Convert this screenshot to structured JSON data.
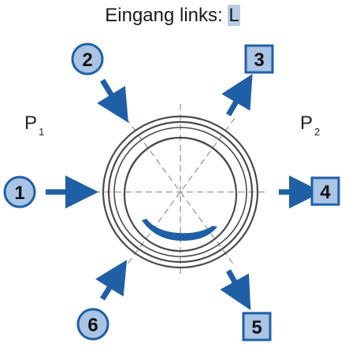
{
  "caption": {
    "prefix": "Eingang links: ",
    "highlight": "L"
  },
  "colors": {
    "arrow": "#1f5fa6",
    "port_fill": "#a9c4e4",
    "port_stroke": "#1f5fa6",
    "ring": "#4a4a4a",
    "dashed": "#9a9a9a",
    "liquid": "#1f5fa6",
    "highlight": "#b8cce4"
  },
  "pressures": {
    "left": {
      "base": "P",
      "sub": "1"
    },
    "right": {
      "base": "P",
      "sub": "2"
    }
  },
  "ports": {
    "p1": "1",
    "p2": "2",
    "p3": "3",
    "p4": "4",
    "p5": "5",
    "p6": "6"
  }
}
